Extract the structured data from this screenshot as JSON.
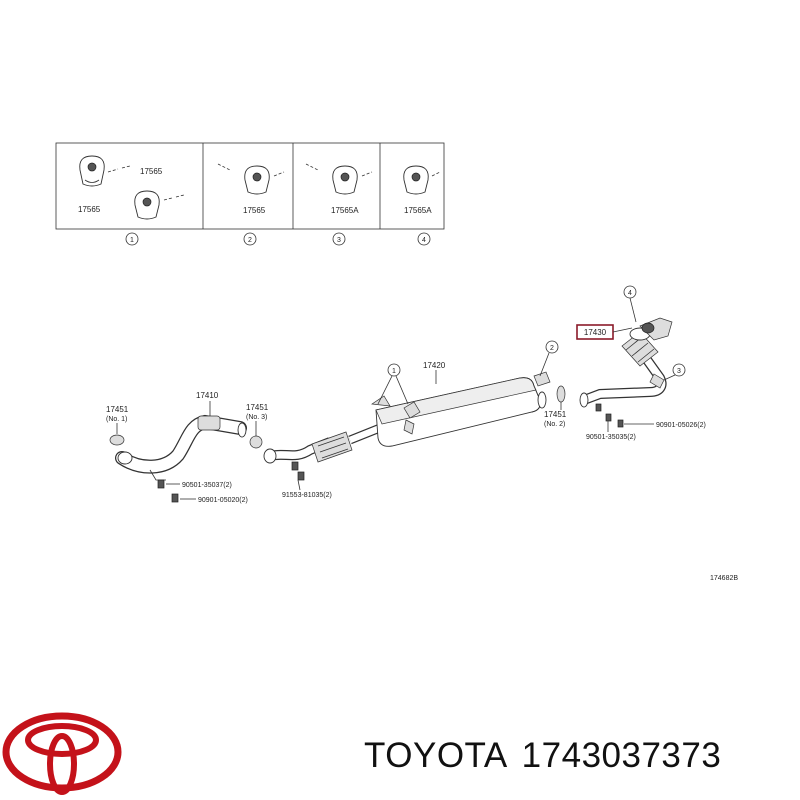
{
  "hanger_options": [
    {
      "marker": "1",
      "labels": [
        "17565",
        "17565"
      ]
    },
    {
      "marker": "2",
      "labels": [
        "17565"
      ]
    },
    {
      "marker": "3",
      "labels": [
        "17565A"
      ]
    },
    {
      "marker": "4",
      "labels": [
        "17565A"
      ]
    }
  ],
  "parts": {
    "p17451_no1": "17451",
    "p17451_no1_sub": "(No. 1)",
    "p17410": "17410",
    "p17451_no3": "17451",
    "p17451_no3_sub": "(No. 3)",
    "p17420": "17420",
    "p17451_no2": "17451",
    "p17451_no2_sub": "(No. 2)",
    "p17430": "17430",
    "bolt_a": "90501-35037(2)",
    "bolt_b": "90901-05020(2)",
    "bolt_c": "91553-81035(2)",
    "bolt_d": "90501-35035(2)",
    "bolt_e": "90901-05026(2)"
  },
  "markers": {
    "m1": "1",
    "m2": "2",
    "m3": "3",
    "m4": "4"
  },
  "diagram_code": "174682B",
  "brand": {
    "name": "TOYOTA",
    "part_number": "1743037373"
  },
  "colors": {
    "highlight": "#8b1a2a",
    "logo": "#c4121a"
  }
}
